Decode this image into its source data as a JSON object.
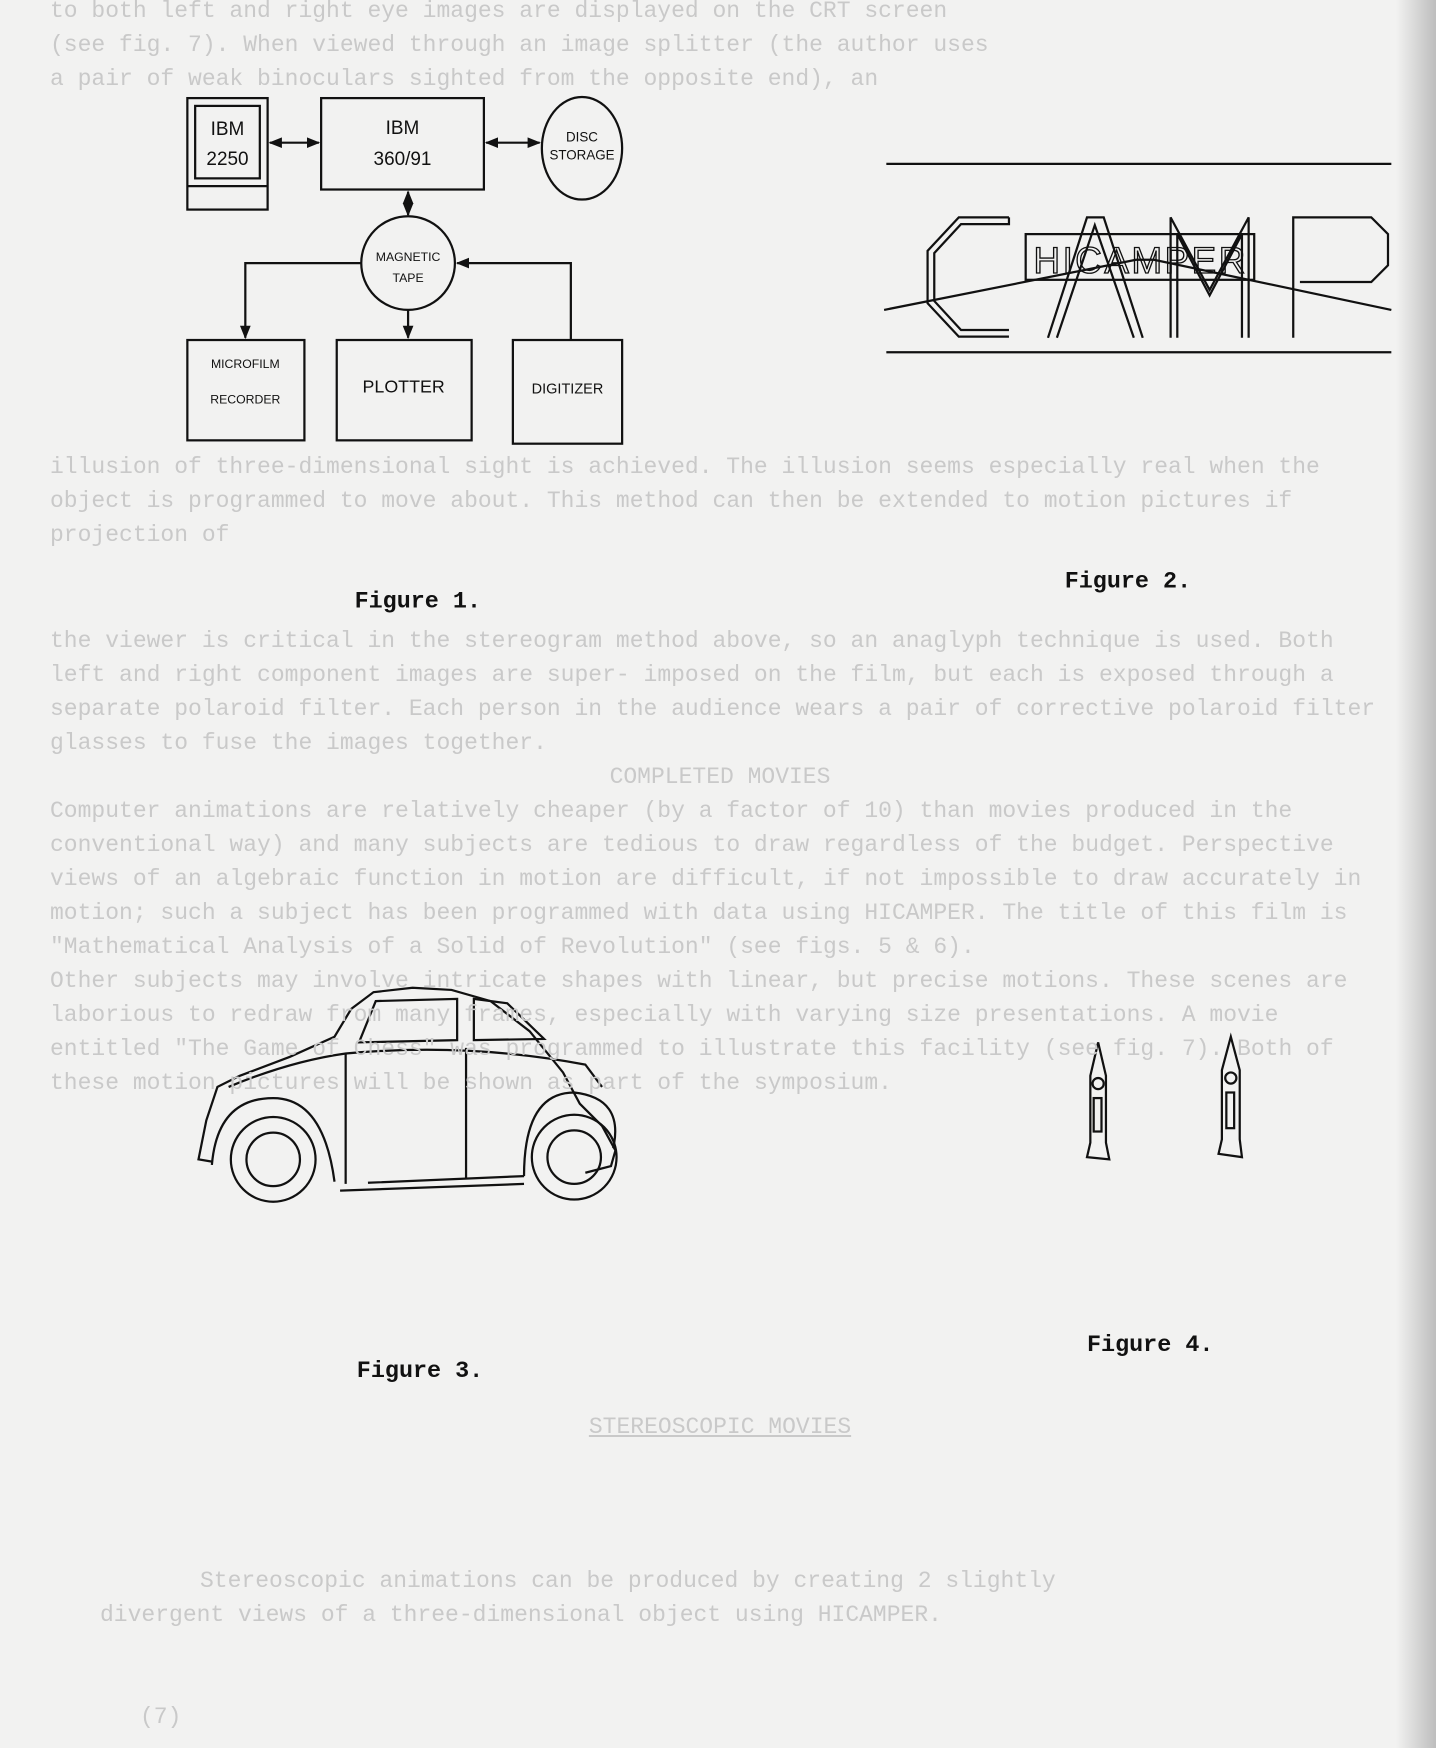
{
  "show_through_text": [
    "to both left and right eye images are displayed on the CRT screen",
    "(see fig. 7). When viewed through an image splitter (the author uses",
    "a pair of weak binoculars sighted from the opposite end), an",
    "illusion of three-dimensional sight is achieved. The illusion seems",
    "especially real when the object is programmed to move about. This",
    "method can then be extended to motion pictures if projection of",
    "the viewer is critical in the stereogram method above, so an anaglyph",
    "technique is used. Both left and right component images are super-",
    "imposed on the film, but each is exposed through a separate polaroid",
    "filter. Each person in the audience wears a pair of corrective",
    "polaroid filter glasses to fuse the images together.",
    "COMPLETED MOVIES",
    "Computer animations are relatively cheaper (by a factor of 10)",
    "than movies produced in the conventional way) and many subjects are",
    "tedious to draw regardless of the budget. Perspective views of an",
    "algebraic function in motion are difficult, if not impossible to draw",
    "accurately in motion; such a subject has been programmed with data",
    "using HICAMPER. The title of this film is \"Mathematical Analysis of a Solid",
    "of Revolution\" (see figs. 5 & 6).",
    "Other subjects may involve intricate shapes with linear, but",
    "precise motions. These scenes are laborious to redraw from many",
    "frames, especially with varying size presentations. A movie entitled",
    "\"The Game of Chess\" was programmed to illustrate this facility (see",
    "fig. 7). Both of these motion pictures will be shown as part of the",
    "symposium.",
    "STEREOSCOPIC MOVIES",
    "Stereoscopic animations can be produced by creating 2 slightly",
    "divergent views of a three-dimensional object using HICAMPER.",
    "(7)"
  ],
  "figure1": {
    "caption": "Figure 1.",
    "terminal": [
      "IBM",
      "2250"
    ],
    "computer": [
      "IBM",
      "360/91"
    ],
    "disc": [
      "DISC",
      "STORAGE"
    ],
    "tape": [
      "MAGNETIC",
      "TAPE"
    ],
    "microfilm": [
      "MICROFILM",
      "RECORDER"
    ],
    "plotter": "PLOTTER",
    "digitizer": "DIGITIZER"
  },
  "figure2": {
    "caption": "Figure 2.",
    "logo_text": "HICAMPER",
    "big_letters": "CAMP"
  },
  "figure3": {
    "caption": "Figure 3."
  },
  "figure4": {
    "caption": "Figure 4."
  }
}
